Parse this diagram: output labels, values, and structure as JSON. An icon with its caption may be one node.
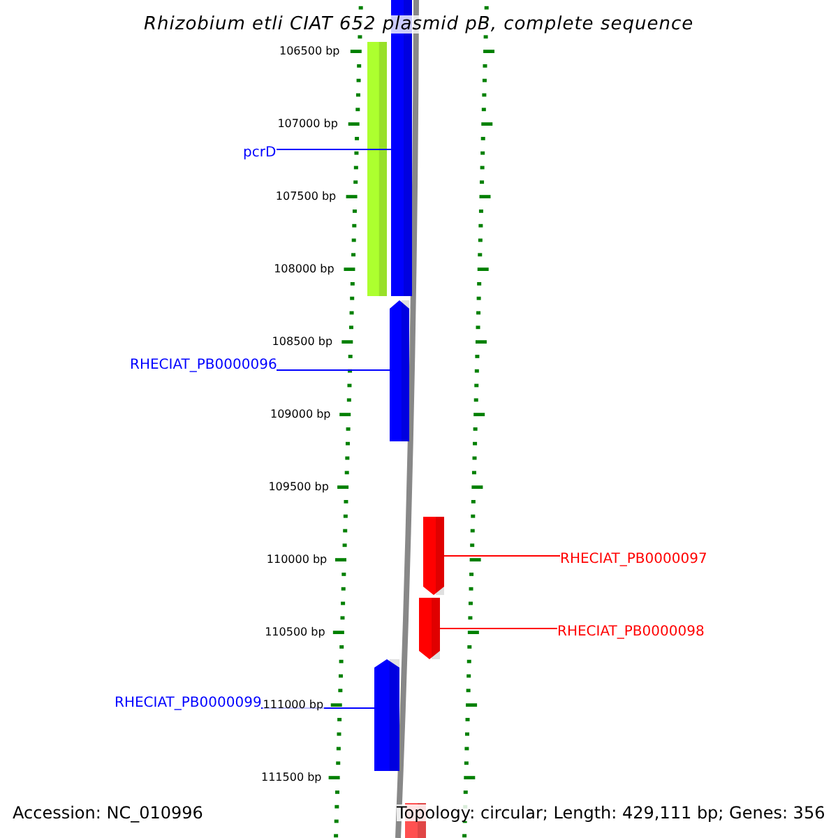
{
  "diagram": {
    "title": "Rhizobium etli CIAT 652 plasmid pB, complete sequence",
    "nodes": [
      {
        "text": [
          "pcrD"
        ]
      },
      {
        "text": [],
        "shape": "bar"
      },
      {
        "text": [],
        "shape": "bar"
      },
      {
        "text": [
          "RHECIAT_PB0000096"
        ]
      },
      {
        "text": [],
        "shape": "bar"
      },
      {
        "text": [],
        "shape": "bar"
      },
      {
        "text": [
          "RHECIAT_PB0000097"
        ]
      },
      {
        "text": [],
        "shape": "bar"
      },
      {
        "text": [
          "RHECIAT_PB0000098"
        ]
      },
      {
        "text": [
          "RHECIAT_PB0000099"
        ]
      },
      {
        "text": [],
        "shape": "bar"
      },
      {
        "text": [],
        "shape": "bar"
      }
    ],
    "edges": [
      {
        "from": 0,
        "to": 2,
        "arrow": "none"
      },
      {
        "from": 3,
        "to": 4,
        "arrow": "none"
      },
      {
        "from": 6,
        "to": 5,
        "arrow": "none",
        "color": "#ff0000"
      },
      {
        "from": 8,
        "to": 7,
        "arrow": "none",
        "color": "#ff0000"
      },
      {
        "from": 9,
        "to": 10,
        "arrow": "none"
      }
    ],
    "labels": [
      "106500 bp",
      "107000 bp",
      "107500 bp",
      "108000 bp",
      "108500 bp",
      "109000 bp",
      "109500 bp",
      "110000 bp",
      "110500 bp",
      "111000 bp",
      "111500 bp",
      "Accession: NC_010996",
      "Topology: circular; Length: 429,111 bp; Genes: 356"
    ]
  }
}
